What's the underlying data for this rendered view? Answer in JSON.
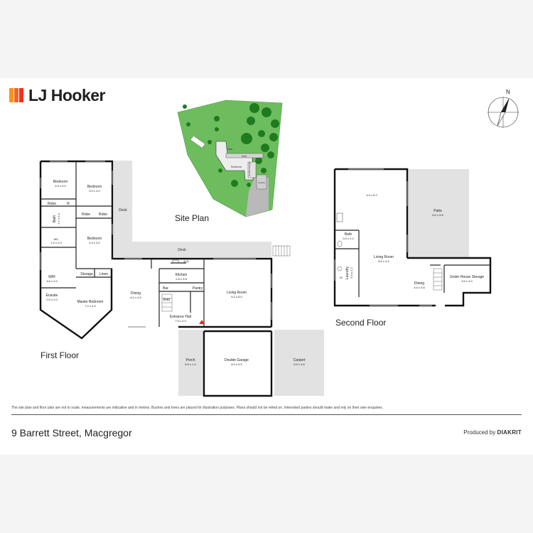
{
  "brand": {
    "name": "LJ Hooker",
    "logo_colors": [
      "#f7941d",
      "#f26522",
      "#ee3124"
    ]
  },
  "site_plan": {
    "title": "Site Plan",
    "labels": {
      "patio": "Patio",
      "deck": "Deck",
      "residence": "Residence",
      "double_garage": "Double Garage",
      "carport": "Carport"
    }
  },
  "first_floor": {
    "title": "First Floor",
    "rooms": [
      {
        "id": "bedroom1",
        "name": "Bedroom",
        "dim": "4.0 x 3.0"
      },
      {
        "id": "bedroom2",
        "name": "Bedroom",
        "dim": "5.0 x 3.0"
      },
      {
        "id": "robe1",
        "name": "Robe"
      },
      {
        "id": "r",
        "name": "R"
      },
      {
        "id": "robe2",
        "name": "Robe"
      },
      {
        "id": "robe3",
        "name": "Robe"
      },
      {
        "id": "bath",
        "name": "Bath",
        "dim": "2.7 x 2.0"
      },
      {
        "id": "bedroom3",
        "name": "Bedroom",
        "dim": "4.4 x 3.0"
      },
      {
        "id": "wc",
        "name": "WC",
        "dim": "1.0 x 2.0"
      },
      {
        "id": "wir",
        "name": "WIR",
        "dim": "3.6 x 2.0"
      },
      {
        "id": "ensuite",
        "name": "Ensuite",
        "dim": "2.0 x 2.0"
      },
      {
        "id": "storage",
        "name": "Storage"
      },
      {
        "id": "linen",
        "name": "Linen"
      },
      {
        "id": "master",
        "name": "Master Bedroom",
        "dim": "7.2 x 4.0"
      },
      {
        "id": "dining",
        "name": "Dining",
        "dim": "6.1 x 4.3"
      },
      {
        "id": "kitchen",
        "name": "Kitchen",
        "dim": "2.8 x 3.8"
      },
      {
        "id": "bar",
        "name": "Bar"
      },
      {
        "id": "pantry",
        "name": "Pantry"
      },
      {
        "id": "void",
        "name": "Void"
      },
      {
        "id": "entrance",
        "name": "Entrance Hall",
        "dim": "7.0 x 4.0"
      },
      {
        "id": "living",
        "name": "Living Room",
        "dim": "6.2 x 6.0"
      },
      {
        "id": "deck_top",
        "name": "Deck"
      },
      {
        "id": "deck_main",
        "name": "Deck"
      },
      {
        "id": "porch",
        "name": "Porch",
        "dim": "6.0 x 1.4"
      },
      {
        "id": "garage",
        "name": "Double Garage",
        "dim": "6.0 x 6.0"
      },
      {
        "id": "carport",
        "name": "Carport",
        "dim": "6.0 x 4.6"
      }
    ]
  },
  "second_floor": {
    "title": "Second Floor",
    "rooms": [
      {
        "id": "upper_room",
        "name": "",
        "dim": "4.0 x 6.2"
      },
      {
        "id": "patio",
        "name": "Patio",
        "dim": "8.0 x 5.6"
      },
      {
        "id": "bath2",
        "name": "Bath",
        "dim": "3.0 x 2.2"
      },
      {
        "id": "livingroom2",
        "name": "Living Room",
        "dim": "8.0 x 4.0"
      },
      {
        "id": "laundry",
        "name": "Laundry",
        "dim": "5.0 x 2.2"
      },
      {
        "id": "dining2",
        "name": "Dining",
        "dim": "4.0 x 3.6"
      },
      {
        "id": "under_storage",
        "name": "Under House Storage",
        "dim": "3.0 x 4.0"
      }
    ],
    "fixture_labels": {
      "washer": "W"
    }
  },
  "compass": {
    "label": "N"
  },
  "disclaimer": "The site plan and floor plan are not to scale, measurements are indicative and in metres. Bushes and trees are placed for illustration purposes. Plans should not be relied on. Interested parties should make and rely on their own enquiries.",
  "footer": {
    "address": "9 Barrett Street, Macgregor",
    "produced_by": "Produced by",
    "producer": "DIAKRIT"
  }
}
